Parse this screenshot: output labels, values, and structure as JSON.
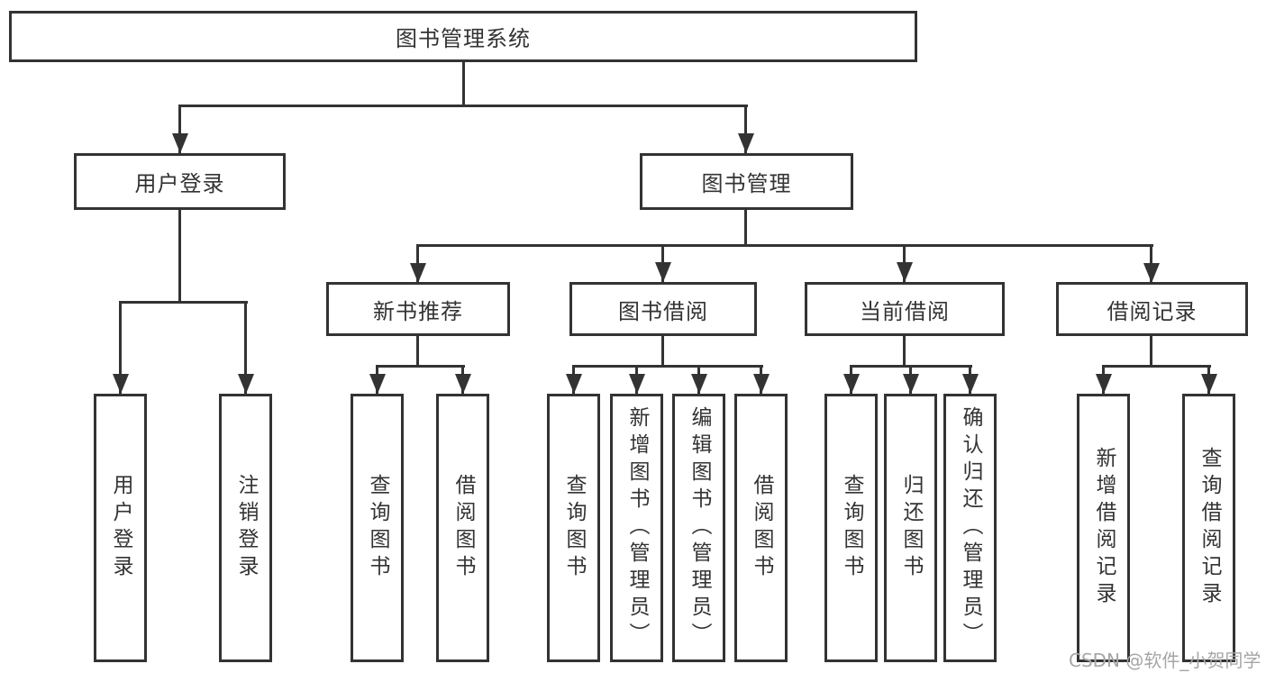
{
  "diagram_type": "hierarchy-tree",
  "colors": {
    "line": "#333333",
    "box_border": "#333333",
    "box_fill": "#ffffff",
    "text": "#333333",
    "watermark": "#a6a6a6",
    "background": "#ffffff"
  },
  "tree": {
    "root": {
      "label": "图书管理系统"
    },
    "branches": [
      {
        "label": "用户登录",
        "children": [
          {
            "label": "用户登录"
          },
          {
            "label": "注销登录"
          }
        ]
      },
      {
        "label": "图书管理",
        "children": [
          {
            "label": "新书推荐",
            "children": [
              {
                "label": "查询图书"
              },
              {
                "label": "借阅图书"
              }
            ]
          },
          {
            "label": "图书借阅",
            "children": [
              {
                "label": "查询图书"
              },
              {
                "label": "新增图书（管理员）"
              },
              {
                "label": "编辑图书（管理员）"
              },
              {
                "label": "借阅图书"
              }
            ]
          },
          {
            "label": "当前借阅",
            "children": [
              {
                "label": "查询图书"
              },
              {
                "label": "归还图书"
              },
              {
                "label": "确认归还（管理员）"
              }
            ]
          },
          {
            "label": "借阅记录",
            "children": [
              {
                "label": "新增借阅记录"
              },
              {
                "label": "查询借阅记录"
              }
            ]
          }
        ]
      }
    ]
  },
  "watermark": {
    "text": "CSDN @软件_小贺同学"
  }
}
